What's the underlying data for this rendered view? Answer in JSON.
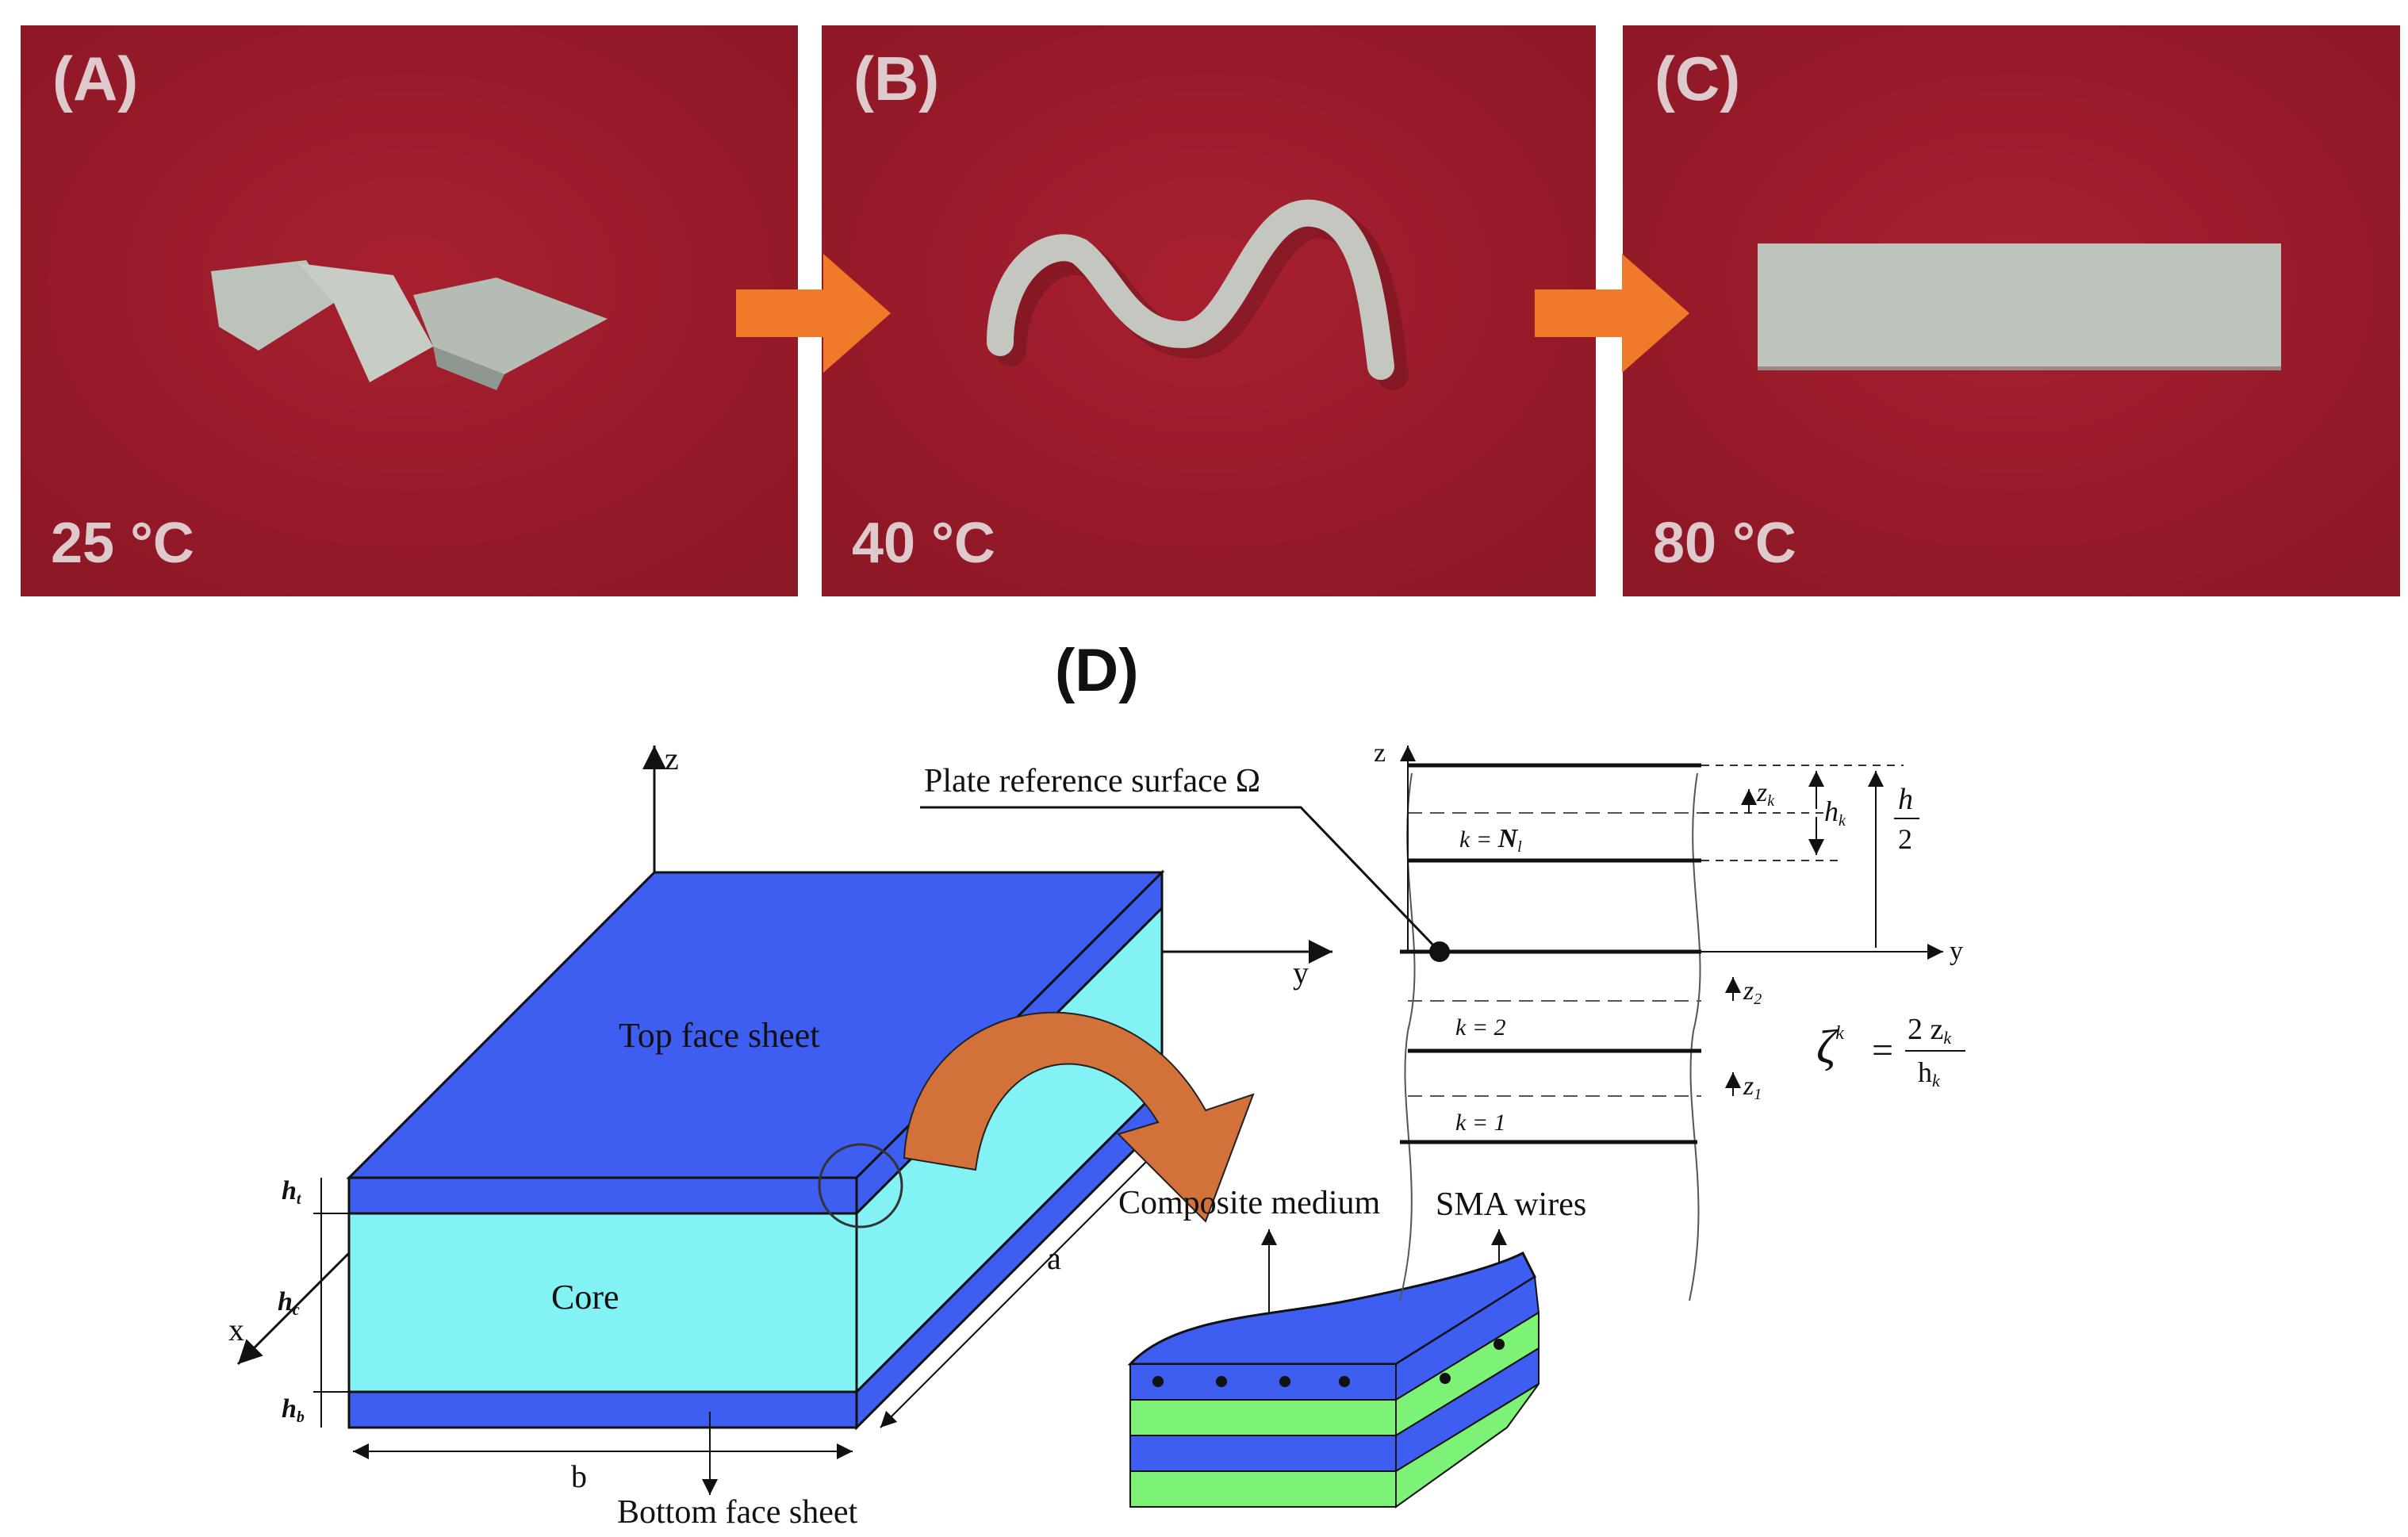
{
  "panels": [
    {
      "label": "(A)",
      "temperature": "25 °C"
    },
    {
      "label": "(B)",
      "temperature": "40 °C"
    },
    {
      "label": "(C)",
      "temperature": "80 °C"
    }
  ],
  "section_label": "(D)",
  "sandwich": {
    "axis_z": "z",
    "axis_y": "y",
    "axis_x": "x",
    "top": "Top face sheet",
    "core": "Core",
    "bottom": "Bottom face sheet",
    "dim_a": "a",
    "dim_b": "b",
    "ht": "h",
    "ht_sub": "t",
    "hc": "h",
    "hc_sub": "c",
    "hb": "h",
    "hb_sub": "b"
  },
  "layers": {
    "reference_surface": "Plate reference surface Ω",
    "axis_z": "z",
    "axis_y": "y",
    "k_top": "k = ",
    "k_top_n": "N",
    "k_top_sub": "l",
    "k2": "k = 2",
    "k1": "k = 1",
    "zk": "z",
    "zk_sub": "k",
    "hk": "h",
    "hk_sub": "k",
    "h_num": "h",
    "h_den": "2",
    "z2": "z",
    "z2_sub": "2",
    "z1": "z",
    "z1_sub": "1",
    "zeta": "ζ",
    "zeta_sup": "k",
    "eq": "=",
    "frac_num": "2 z",
    "frac_num_sub": "k",
    "frac_den": "h",
    "frac_den_sub": "k"
  },
  "composite": {
    "medium": "Composite medium",
    "wires": "SMA wires"
  },
  "colors": {
    "background": "#9a1c2a",
    "arrow_orange": "#f07a2a",
    "face_blue": "#3d5ef0",
    "core_cyan": "#82f2f4",
    "layer_green": "#7cf276",
    "curved_arrow": "#d2713a"
  }
}
